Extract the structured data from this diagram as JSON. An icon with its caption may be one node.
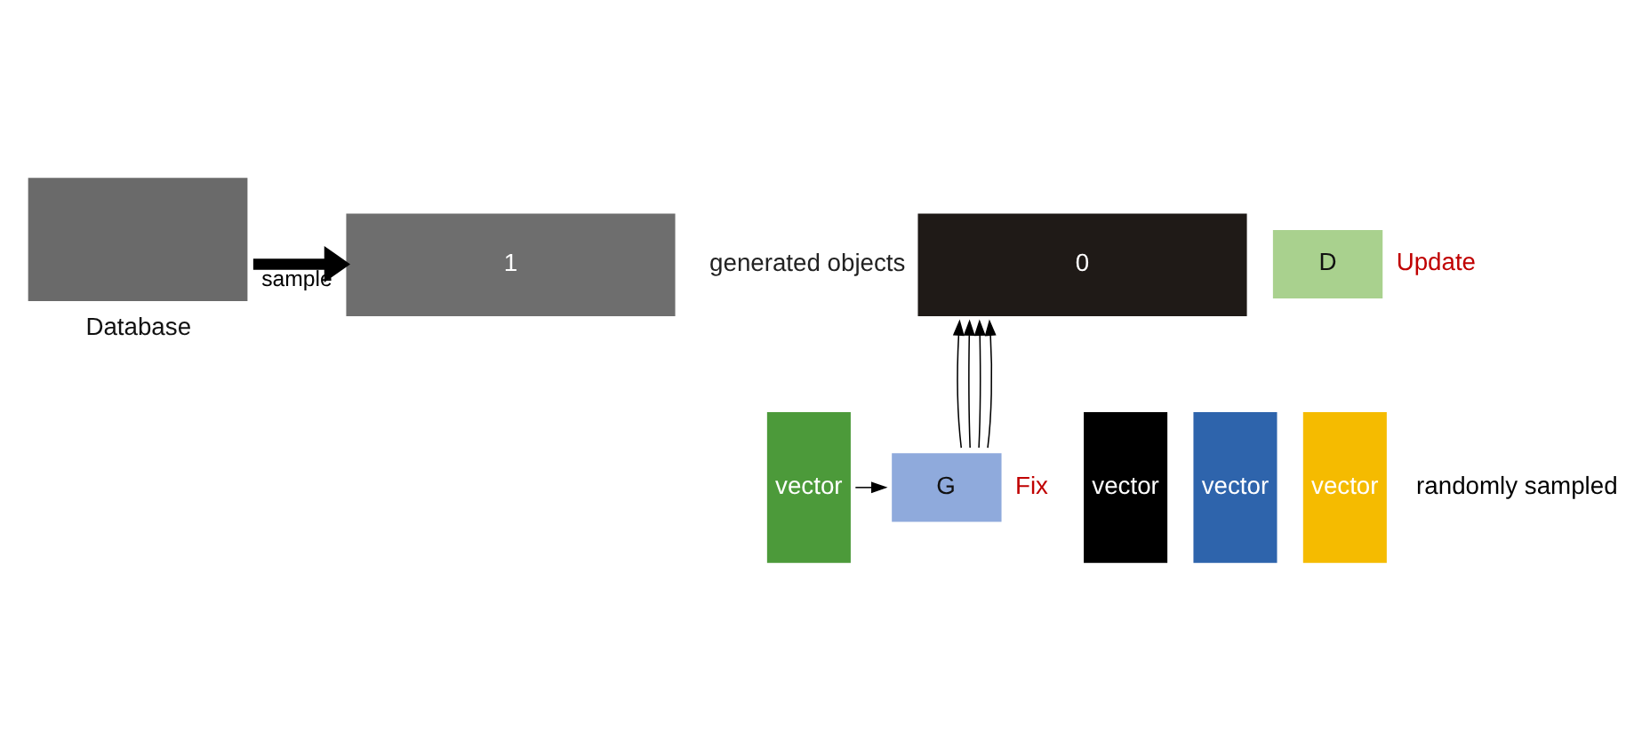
{
  "diagram": {
    "nodes": [
      {
        "text": [
          "Database"
        ]
      },
      {
        "text": [
          "1"
        ]
      },
      {
        "text": [
          "0"
        ],
        "beside": [
          "generated objects"
        ]
      },
      {
        "text": [
          "D"
        ],
        "beside": [
          "Update"
        ]
      },
      {
        "text": [
          "vector"
        ]
      },
      {
        "text": [
          "vector"
        ]
      },
      {
        "text": [
          "vector"
        ]
      },
      {
        "text": [
          "vector"
        ]
      },
      {
        "text": [
          "G"
        ],
        "beside": [
          "Fix"
        ]
      }
    ],
    "edges": [
      {
        "from": 0,
        "to": 1,
        "arrow": "to",
        "label": "sample",
        "style": "thick"
      },
      {
        "from": 7,
        "to": 8,
        "arrow": "to"
      },
      {
        "from": 8,
        "to": 2,
        "arrow": "to"
      },
      {
        "from": 8,
        "to": 2,
        "arrow": "to"
      },
      {
        "from": 8,
        "to": 2,
        "arrow": "to"
      },
      {
        "from": 8,
        "to": 2,
        "arrow": "to"
      }
    ],
    "labels": [
      "randomly sampled"
    ]
  }
}
